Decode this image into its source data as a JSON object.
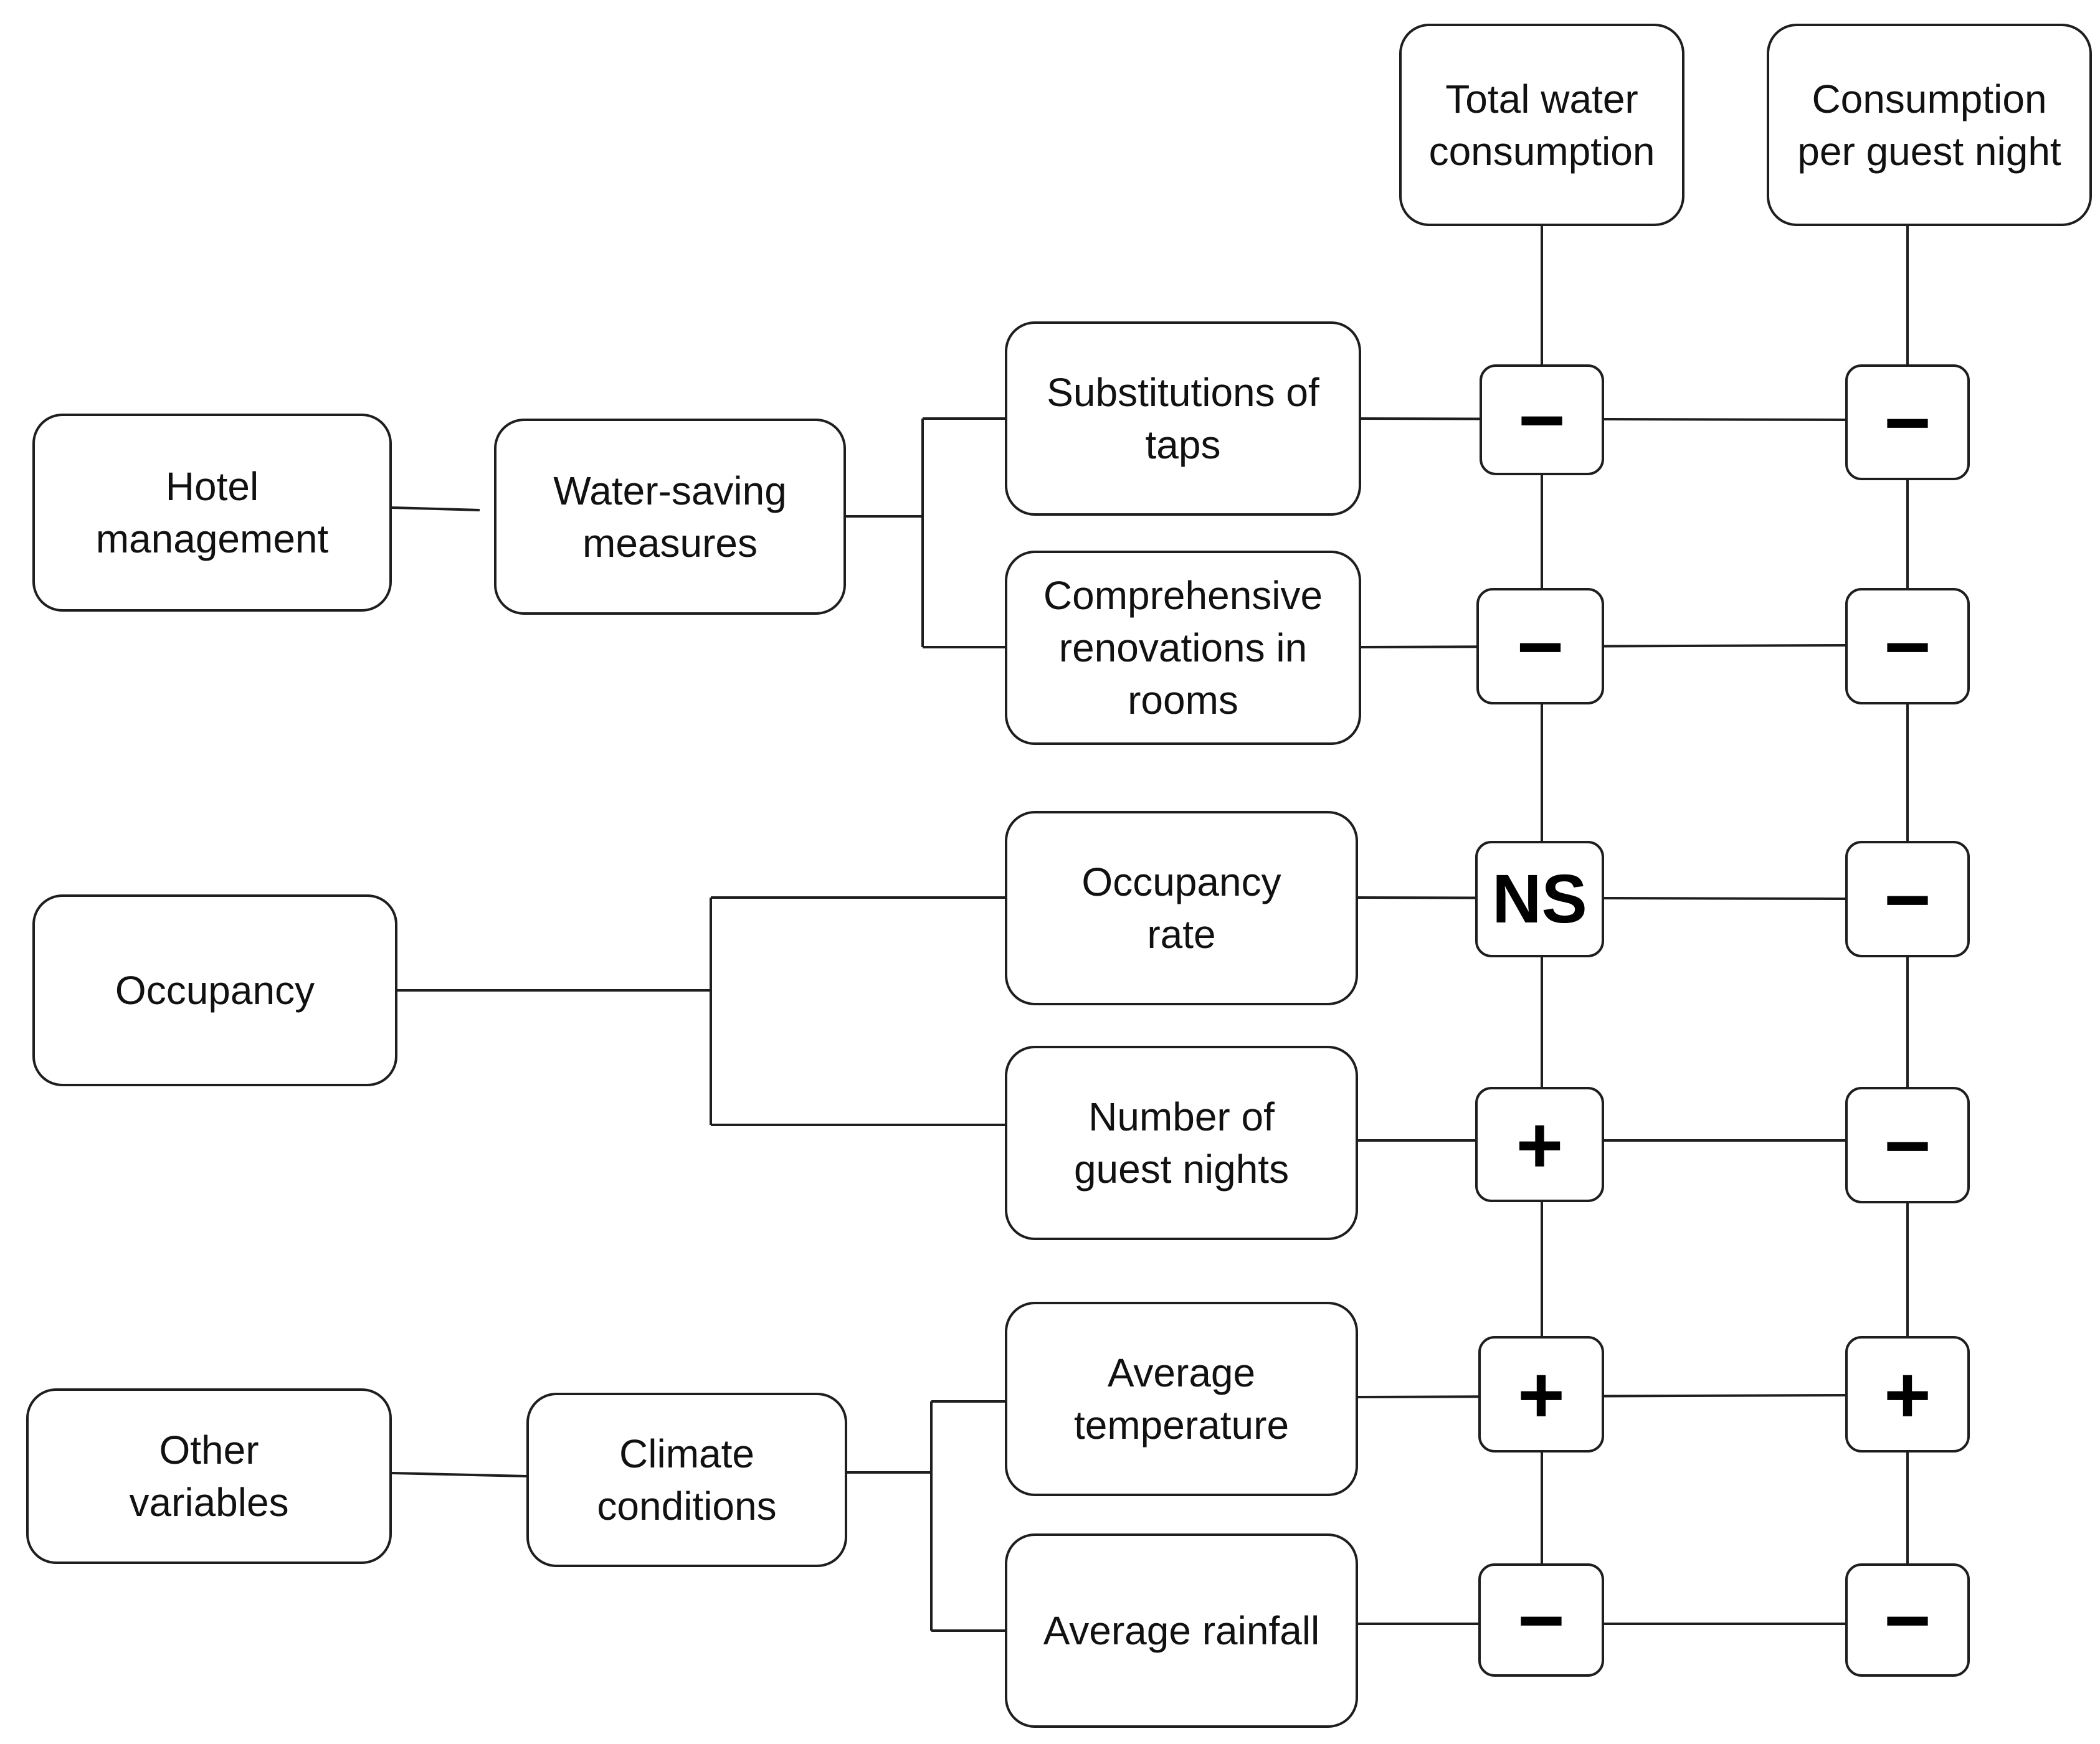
{
  "categories": {
    "hotel_management": "Hotel\nmanagement",
    "occupancy": "Occupancy",
    "other_variables": "Other\nvariables"
  },
  "subcategories": {
    "water_saving": "Water-saving\nmeasures",
    "climate": "Climate\nconditions"
  },
  "factors": {
    "taps": "Substitutions of\ntaps",
    "renovations": "Comprehensive\nrenovations in\nrooms",
    "occupancy_rate": "Occupancy\nrate",
    "guest_nights": "Number of\nguest nights",
    "temperature": "Average\ntemperature",
    "rainfall": "Average rainfall"
  },
  "headers": {
    "total": "Total water\nconsumption",
    "per_guest": "Consumption\nper guest night"
  },
  "signs": {
    "total": {
      "taps": "−",
      "renovations": "−",
      "occupancy_rate": "NS",
      "guest_nights": "+",
      "temperature": "+",
      "rainfall": "−"
    },
    "per_guest": {
      "taps": "−",
      "renovations": "−",
      "occupancy_rate": "−",
      "guest_nights": "−",
      "temperature": "+",
      "rainfall": "−"
    }
  },
  "colors": {
    "line": "#1e1e1e",
    "background": "#ffffff"
  }
}
